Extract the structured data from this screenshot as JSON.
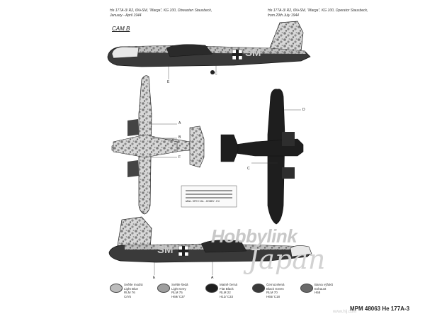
{
  "header_notes": {
    "left": "He 177A-3/ R2, 6N+SM, \"Marga\", KG 100, Obwasten Stausbeck,\nJanuary - April 1944",
    "right": "He 177A-3/ R2, 6N+SM, \"Marga\", KG 100, Operator Stausbeck,\nfrom 29th July 1944"
  },
  "view_id": "CAM.B",
  "fuselage_code_top": "SM",
  "fuselage_code_bottom": "SM",
  "callouts": [
    "A",
    "B",
    "C",
    "D",
    "E",
    "F"
  ],
  "colors": {
    "mottle": "#8e8e8e",
    "dark": "#2a2a2a",
    "light": "#c9c9c9",
    "mid": "#5a5a5a"
  },
  "paint_swatches": [
    {
      "text": "Světle modrá\nLight Blue\nRLM 76\nC/V5",
      "color": "#bcbcbc"
    },
    {
      "text": "Světle šedá\nLight Grey\nRLM 75\nH69/ C37",
      "color": "#9e9e9e"
    },
    {
      "text": "Matně černá\nFlat Black\nRLM 22\nH12/ C33",
      "color": "#1e1e1e"
    },
    {
      "text": "Černozelená\nBlack Green\nRLM 70\nH65/ C18",
      "color": "#3a3a3a"
    },
    {
      "text": "Barva výfuků\nExhaust\nH58",
      "color": "#6a6a6a"
    }
  ],
  "stencil_caption": "WWW.SPECIAL-HOBBY.EU",
  "footer": "MPM 48063 He 177A-3",
  "watermark": {
    "main": "Hobbylink",
    "sub": "Japan",
    "url": "www.hlj.com"
  }
}
